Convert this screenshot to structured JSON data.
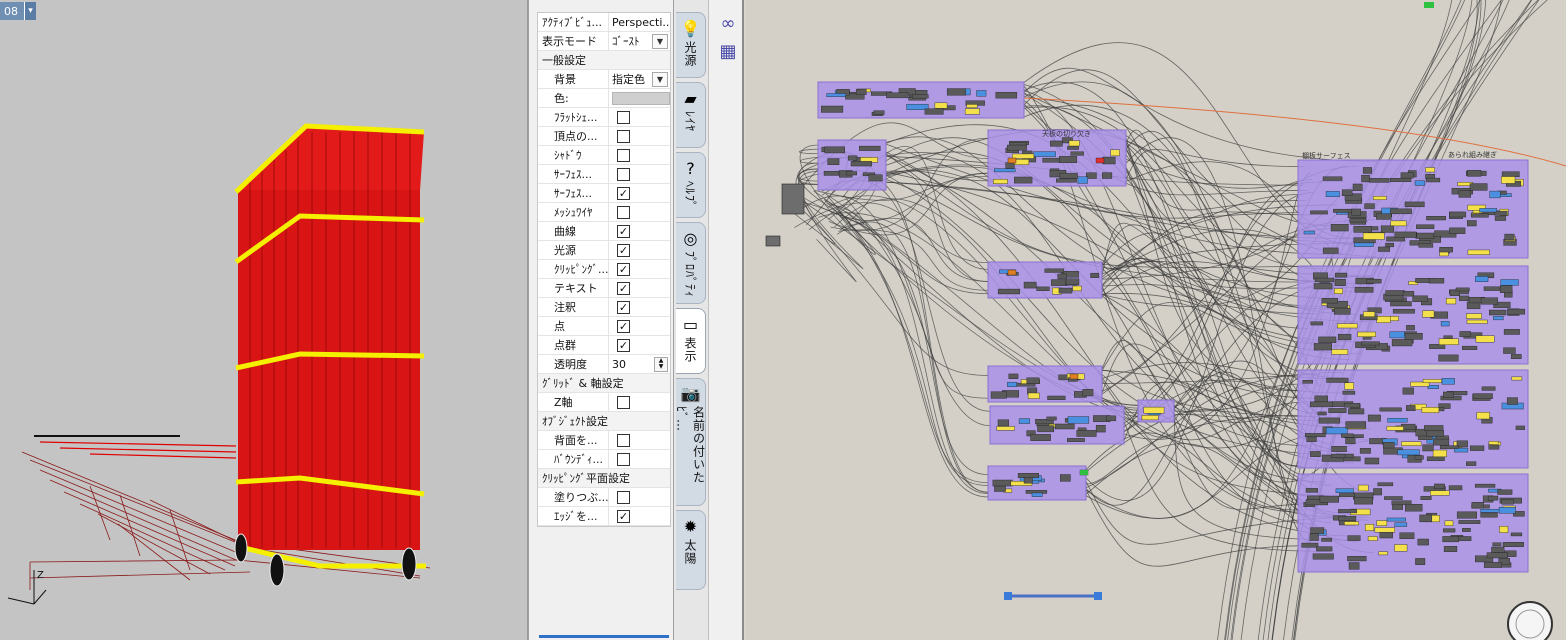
{
  "viewport": {
    "tab_label": "08",
    "tab_dropdown": "▾",
    "axis_z": "Z"
  },
  "panel": {
    "rows": [
      {
        "label": "ｱｸﾃｨﾌﾞﾋﾞｭ...",
        "value": "Perspecti...",
        "kind": "text"
      },
      {
        "label": "表示モード",
        "value": "ｺﾞｰｽﾄ",
        "kind": "dropdown"
      },
      {
        "label": "一般設定",
        "kind": "section"
      },
      {
        "label": "背景",
        "value": "指定色",
        "kind": "dropdown"
      },
      {
        "label": "色:",
        "kind": "swatch"
      },
      {
        "label": "ﾌﾗｯﾄｼｪ...",
        "checked": false,
        "kind": "check"
      },
      {
        "label": "頂点の...",
        "checked": false,
        "kind": "check"
      },
      {
        "label": "ｼｬﾄﾞｳ",
        "checked": false,
        "kind": "check"
      },
      {
        "label": "ｻｰﾌｪｽ...",
        "checked": false,
        "kind": "check"
      },
      {
        "label": "ｻｰﾌｪｽ...",
        "checked": true,
        "kind": "check"
      },
      {
        "label": "ﾒｯｼｭﾜｲﾔ",
        "checked": false,
        "kind": "check"
      },
      {
        "label": "曲線",
        "checked": true,
        "kind": "check"
      },
      {
        "label": "光源",
        "checked": true,
        "kind": "check"
      },
      {
        "label": "ｸﾘｯﾋﾟﾝｸﾞ...",
        "checked": true,
        "kind": "check"
      },
      {
        "label": "テキスト",
        "checked": true,
        "kind": "check"
      },
      {
        "label": "注釈",
        "checked": true,
        "kind": "check"
      },
      {
        "label": "点",
        "checked": true,
        "kind": "check"
      },
      {
        "label": "点群",
        "checked": true,
        "kind": "check"
      },
      {
        "label": "透明度",
        "value": "30",
        "kind": "spin"
      },
      {
        "label": "ｸﾞﾘｯﾄﾞ & 軸設定",
        "kind": "section"
      },
      {
        "label": "Z軸",
        "checked": false,
        "kind": "check"
      },
      {
        "label": "ｵﾌﾞｼﾞｪｸﾄ設定",
        "kind": "section"
      },
      {
        "label": "背面を...",
        "checked": false,
        "kind": "check"
      },
      {
        "label": "ﾊﾞｳﾝﾃﾞｨ...",
        "checked": false,
        "kind": "check"
      },
      {
        "label": "ｸﾘｯﾋﾟﾝｸﾞ平面設定",
        "kind": "section"
      },
      {
        "label": "塗りつぶ...",
        "checked": false,
        "kind": "check"
      },
      {
        "label": "ｴｯｼﾞを...",
        "checked": true,
        "kind": "check"
      }
    ],
    "check_mark": "✓"
  },
  "tabs": [
    {
      "id": "light",
      "label": "光源",
      "icon": "lightbulb-icon",
      "glyph": "💡"
    },
    {
      "id": "layer",
      "label": "ﾚｲﾔ",
      "icon": "layers-icon",
      "glyph": "▰"
    },
    {
      "id": "help",
      "label": "ﾍﾙﾌﾟ",
      "icon": "help-icon",
      "glyph": "?"
    },
    {
      "id": "props",
      "label": "ﾌﾟﾛﾊﾟﾃｨ",
      "icon": "color-wheel-icon",
      "glyph": "◎"
    },
    {
      "id": "display",
      "label": "表示",
      "icon": "monitor-icon",
      "glyph": "▭",
      "active": true
    },
    {
      "id": "named",
      "label": "名前の付いたﾋﾞ…",
      "icon": "camera-icon",
      "glyph": "📷"
    },
    {
      "id": "sun",
      "label": "太陽",
      "icon": "sun-icon",
      "glyph": "✹"
    }
  ],
  "side_strip": [
    {
      "icon": "link-icon",
      "glyph": "∞"
    },
    {
      "icon": "qr-icon",
      "glyph": "▦"
    }
  ],
  "canvas": {
    "group_labels": [
      "天板の切り欠き",
      "棚板サーフェス",
      "あられ組み継ぎ"
    ]
  }
}
